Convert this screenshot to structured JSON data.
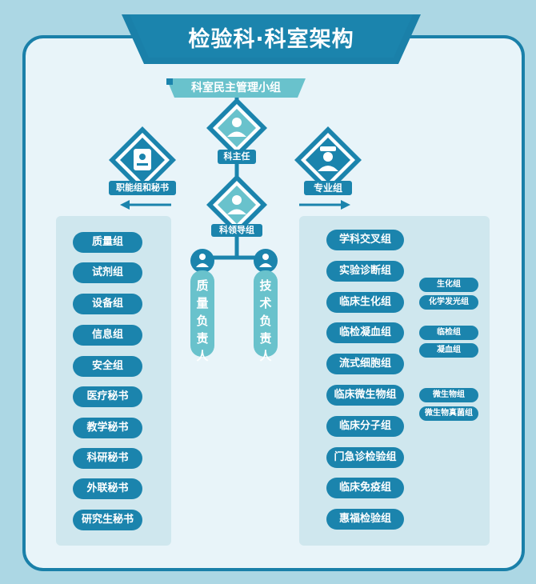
{
  "title": "检验科·科室架构",
  "top_label": "科室民主管理小组",
  "director_label": "科主任",
  "leadership_label": "科领导组",
  "left_header": "职能组和秘书",
  "right_header": "专业组",
  "quality_lead": "质量负责人",
  "tech_lead": "技术负责人",
  "left_groups": [
    "质量组",
    "试剂组",
    "设备组",
    "信息组",
    "安全组",
    "医疗秘书",
    "教学秘书",
    "科研秘书",
    "外联秘书",
    "研究生秘书"
  ],
  "right_groups": [
    "学科交叉组",
    "实验诊断组",
    "临床生化组",
    "临检凝血组",
    "流式细胞组",
    "临床微生物组",
    "临床分子组",
    "门急诊检验组",
    "临床免疫组",
    "惠福检验组"
  ],
  "sub_groups": {
    "biochem": [
      "生化组",
      "化学发光组"
    ],
    "coag": [
      "临检组",
      "凝血组"
    ],
    "micro": [
      "微生物组",
      "微生物真菌组"
    ]
  },
  "colors": {
    "primary": "#1b84ad",
    "accent": "#69c2cc",
    "panel": "#cfe7ee",
    "background": "#acd7e4"
  },
  "icons": [
    "doctor-icon",
    "doctor-mask-icon",
    "id-badge-icon",
    "nurse-icon",
    "person-icon"
  ]
}
